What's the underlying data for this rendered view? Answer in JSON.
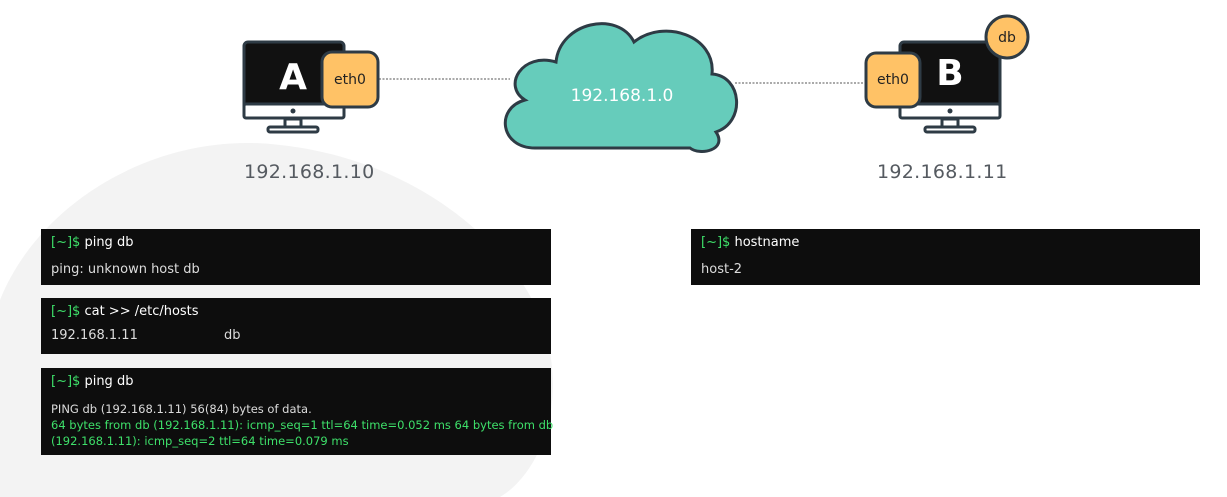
{
  "network": {
    "subnet": "192.168.1.0"
  },
  "host_a": {
    "letter": "A",
    "iface": "eth0",
    "ip": "192.168.1.10"
  },
  "host_b": {
    "letter": "B",
    "iface": "eth0",
    "ip": "192.168.1.11",
    "alias_badge": "db"
  },
  "terminals": {
    "ping1": {
      "prompt": "[~]$",
      "command": "ping db",
      "output": "ping: unknown host db"
    },
    "hosts": {
      "prompt": "[~]$",
      "command": "cat >> /etc/hosts",
      "entry_ip": "192.168.1.11",
      "entry_name": "db"
    },
    "ping2": {
      "prompt": "[~]$",
      "command": "ping db",
      "output_header": "PING db (192.168.1.11) 56(84) bytes of data.",
      "output_reply_line1": "64 bytes from db (192.168.1.11): icmp_seq=1 ttl=64 time=0.052 ms 64 bytes from db",
      "output_reply_line2": "(192.168.1.11): icmp_seq=2 ttl=64 time=0.079 ms"
    },
    "hostname": {
      "prompt": "[~]$",
      "command": "hostname",
      "output": "host-2"
    }
  },
  "colors": {
    "cloud": "#66ccbb",
    "interface": "#ffc266",
    "terminal_bg": "#0d0d0d",
    "prompt": "#3ee06a"
  }
}
